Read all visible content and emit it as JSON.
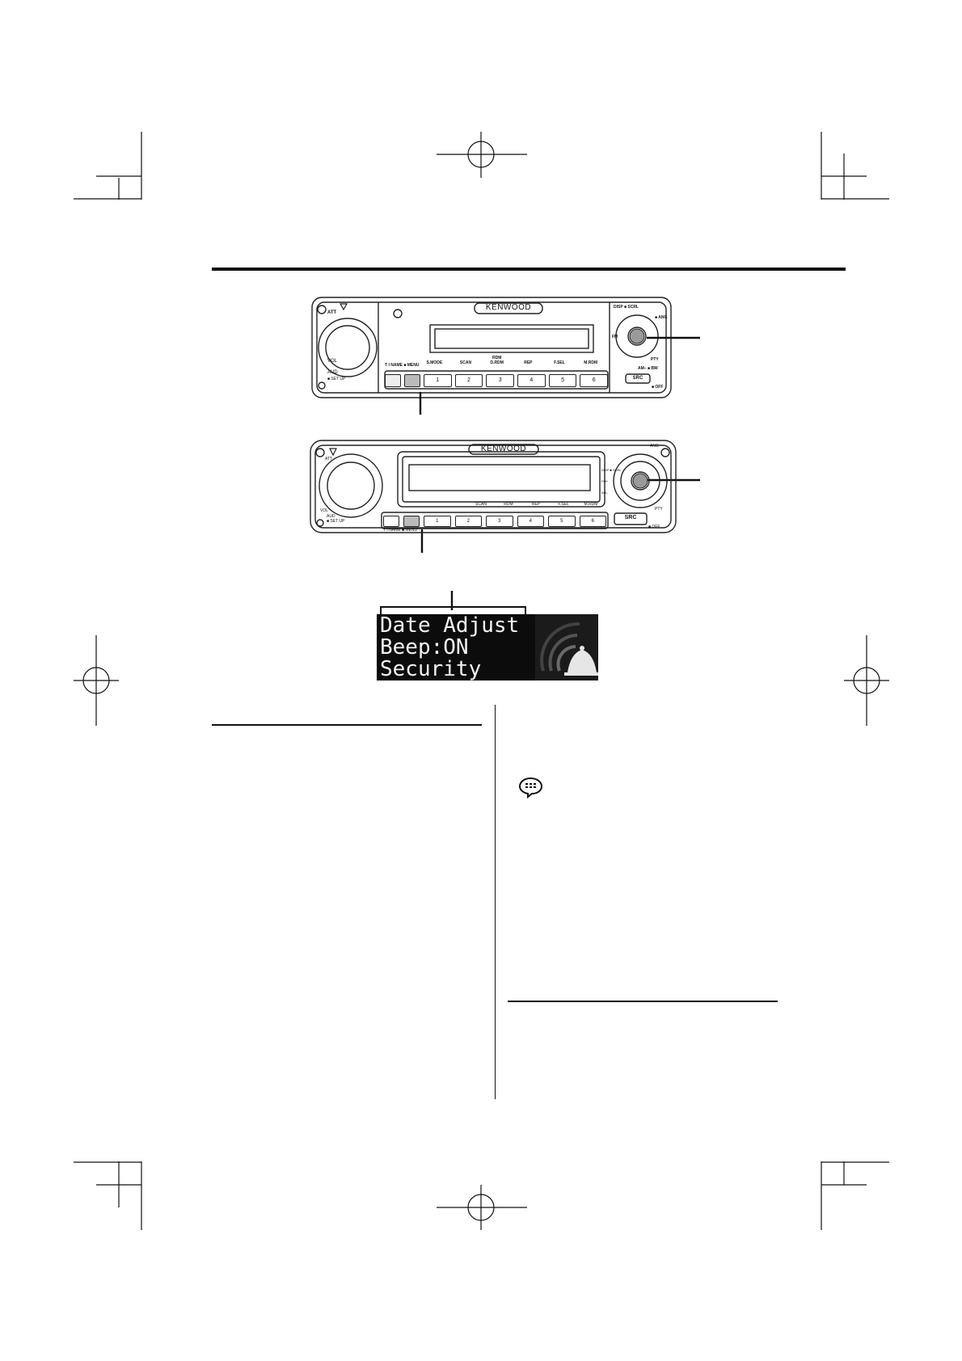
{
  "unit1": {
    "brand": "KENWOOD",
    "labels": {
      "att": "ATT",
      "vol": "VOL",
      "aud": "AUD",
      "setup": "■ SET UP",
      "tiname_menu": "T I  NAME  ■ MENU",
      "disp_scrl": "DISP ■ SCRL",
      "ano": "■ ANG",
      "fm": "FM",
      "pty": "PTY",
      "am_bw": "AM– ■ BW",
      "src": "SRC",
      "off": "■ OFF"
    },
    "preset_labels": [
      "S.MODE",
      "SCAN",
      "RDM\nD.RDM",
      "REP",
      "F.SEL",
      "M.RDM"
    ],
    "preset_numbers": [
      "1",
      "2",
      "3",
      "4",
      "5",
      "6"
    ]
  },
  "unit2": {
    "brand": "KENWOOD",
    "labels": {
      "att": "ATT",
      "vol": "VOL",
      "aud": "AUD",
      "setup": "■ SET UP",
      "tiname_menu": "T I  NAME  ■ MENU",
      "src": "SRC",
      "off": "■ OFF",
      "ano": "ANG",
      "disp_scrl": "DISP ■ SCRL",
      "fm_plus": "FM+",
      "am_minus": "AM–",
      "pty": "PTY"
    },
    "preset_labels": [
      "SCAN",
      "RDM",
      "REP",
      "F.SEL",
      "M.RDM"
    ],
    "preset_numbers": [
      "1",
      "2",
      "3",
      "4",
      "5",
      "6"
    ]
  },
  "lcd": {
    "line1": "Date Adjust",
    "line2": "Beep:ON",
    "line3": "Security"
  },
  "icons": {
    "note": "note-speech-bubble-icon"
  }
}
